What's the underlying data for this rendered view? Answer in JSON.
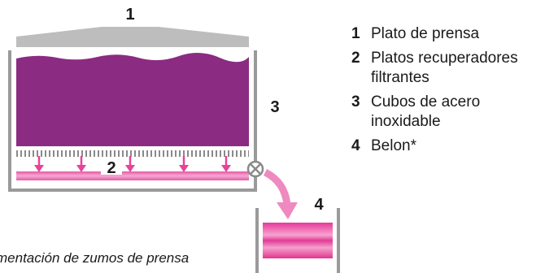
{
  "callouts": {
    "one": "1",
    "two": "2",
    "three": "3",
    "four": "4"
  },
  "legend": [
    {
      "num": "1",
      "text": "Plato de prensa"
    },
    {
      "num": "2",
      "text": "Platos recuperadores filtrantes"
    },
    {
      "num": "3",
      "text": "Cubos de acero inoxidable"
    },
    {
      "num": "4",
      "text": "Belon*"
    }
  ],
  "caption": "alimentación de zumos de prensa",
  "colors": {
    "grape_must": "#8b2b82",
    "juice_pink": "#e7439a",
    "steel_frame": "#9a9a9a",
    "press_plate": "#bdbdbd"
  },
  "icons": {
    "valve": "valve-icon",
    "drip_arrow": "down-arrow-icon",
    "transfer_arrow": "curved-arrow-icon"
  }
}
